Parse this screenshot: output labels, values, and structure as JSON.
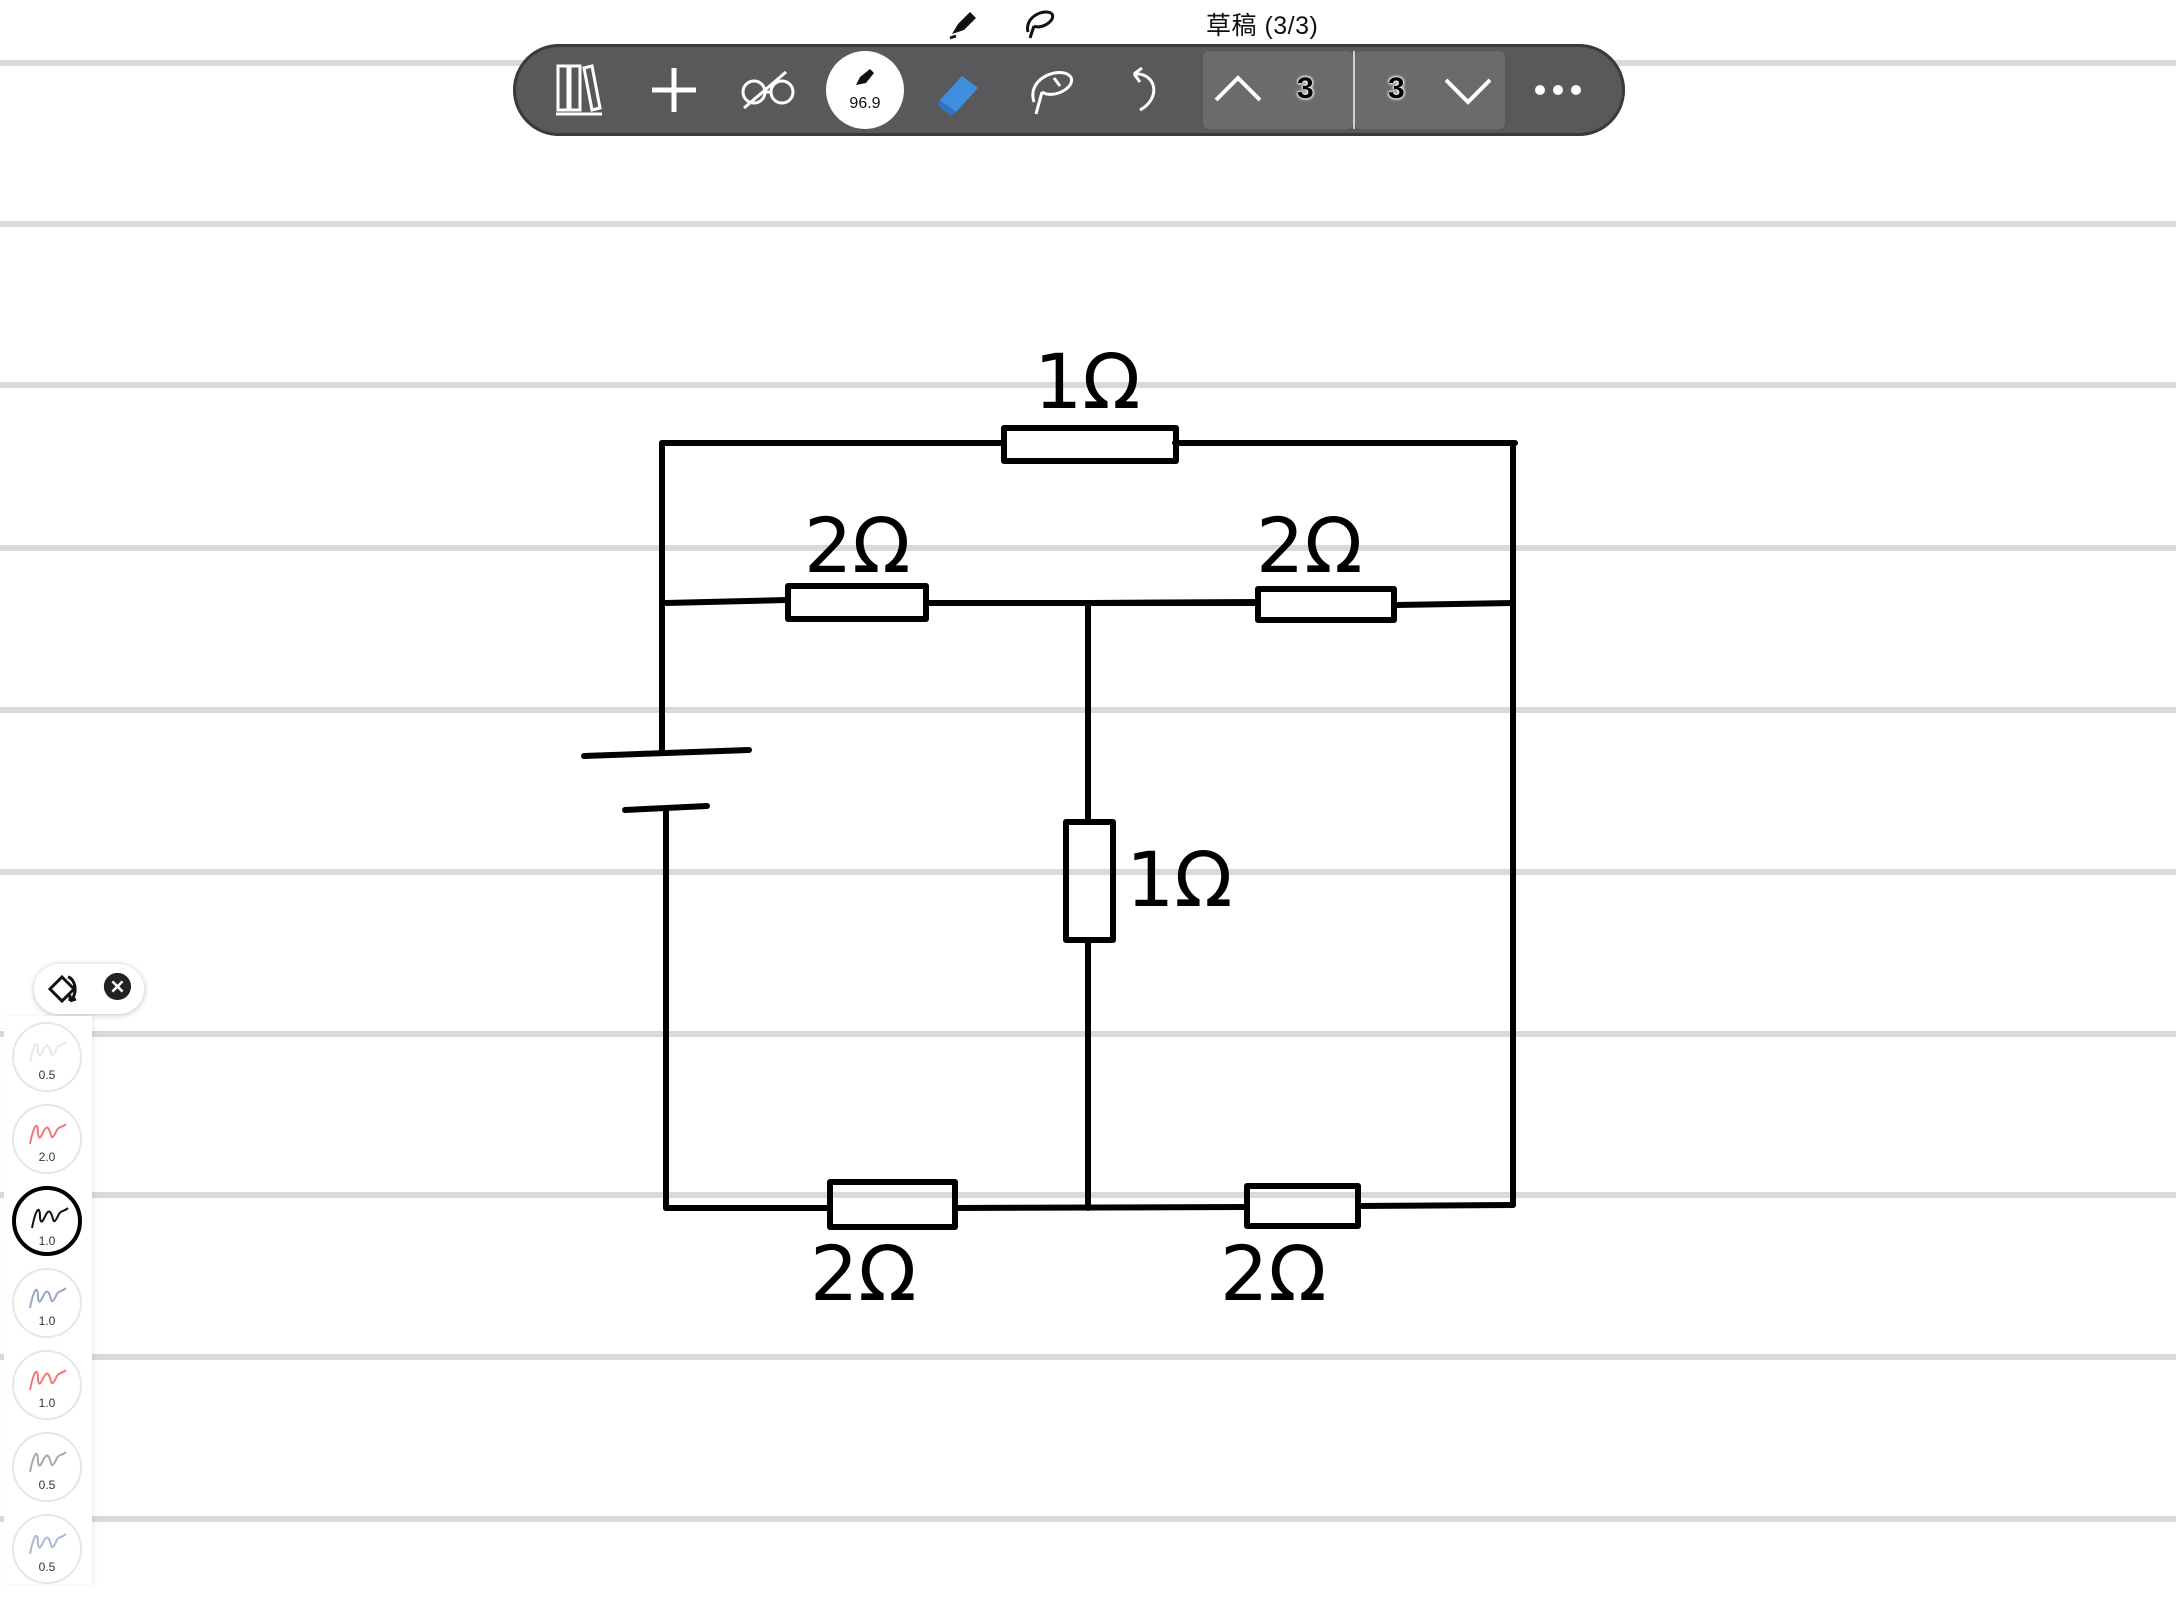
{
  "header": {
    "title": "草稿 (3/3)"
  },
  "toolbar": {
    "items": [
      "library-icon",
      "add-icon",
      "glasses-icon",
      "pen-size",
      "eraser-icon",
      "lasso-icon",
      "undo-icon",
      "page-up",
      "page-down",
      "more-icon"
    ],
    "pen_size": "96.9",
    "page_current": "3",
    "page_target": "3"
  },
  "palette": {
    "pens": [
      {
        "size": "0.5",
        "color": "#e8e8e8"
      },
      {
        "size": "2.0",
        "color": "#f07a7a"
      },
      {
        "size": "1.0",
        "color": "#111111",
        "selected": true
      },
      {
        "size": "1.0",
        "color": "#9aa6c8"
      },
      {
        "size": "1.0",
        "color": "#f07a7a"
      },
      {
        "size": "0.5",
        "color": "#a9a9a9"
      },
      {
        "size": "0.5",
        "color": "#a9b8d8"
      }
    ]
  },
  "canvas": {
    "labels": {
      "top": "1Ω",
      "upper_left": "2Ω",
      "upper_right": "2Ω",
      "middle": "1Ω",
      "bottom_left": "2Ω",
      "bottom_right": "2Ω"
    }
  }
}
